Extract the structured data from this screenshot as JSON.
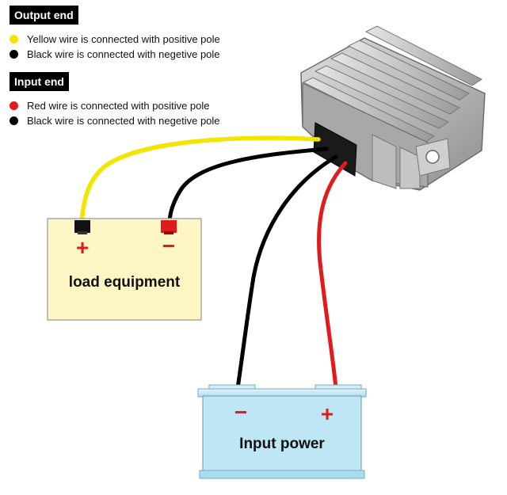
{
  "output_end": {
    "title": "Output end",
    "items": [
      {
        "text": "Yellow wire is connected with positive pole",
        "color": "#f2e600"
      },
      {
        "text": "Black wire is connected with negetive pole",
        "color": "#000000"
      }
    ]
  },
  "input_end": {
    "title": "Input end",
    "items": [
      {
        "text": "Red wire is connected with positive pole",
        "color": "#e11b1b"
      },
      {
        "text": "Black wire is connected with negetive pole",
        "color": "#000000"
      }
    ]
  },
  "load_box": {
    "label": "load equipment",
    "plus": "+",
    "minus": "−",
    "color": "#fdf5c4"
  },
  "power_box": {
    "label": "Input power",
    "plus": "+",
    "minus": "−",
    "color": "#bfe6f5"
  },
  "wire_colors": {
    "yellow": "#f2e600",
    "red": "#e11b1b",
    "black": "#000000"
  }
}
